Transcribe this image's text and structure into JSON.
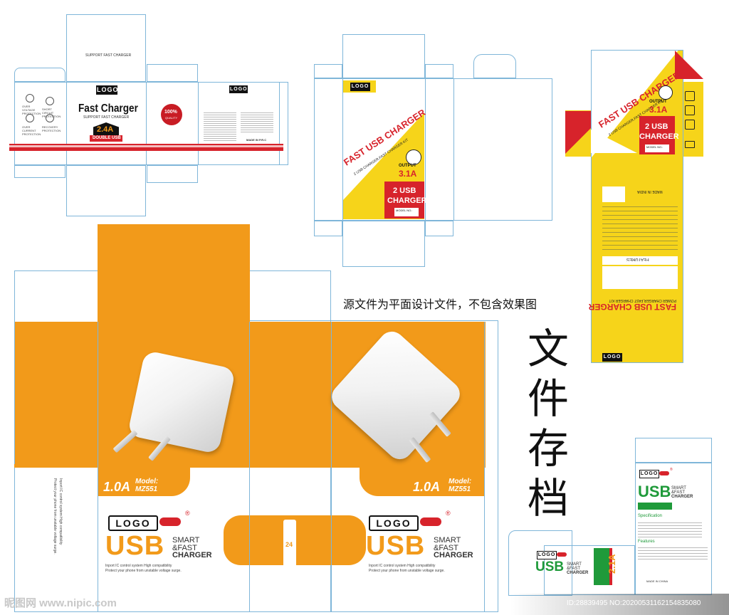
{
  "caption": "源文件为平面设计文件，不包含效果图",
  "vertical_title": "文件存档",
  "watermark": {
    "site": "昵图网 www.nipic.com",
    "id_line": "ID:28839495 NO:20200531162154835080"
  },
  "box1": {
    "support_text": "SUPPORT FAST CHARGER",
    "logo": "LOGO",
    "title": "Fast Charger",
    "subtitle": "SUPPORT FAST CHARGER",
    "amp": "2.4A",
    "ribbon": "DOUBLE USB",
    "badge": "100%",
    "badge_sub": "QUALITY",
    "made_in": "MADE IN P.R.C",
    "features": [
      "OVER VOLTAGE PROTECTION",
      "SHORT CIRCUIT PROTECTION",
      "OVER CURRENT PROTECTION",
      "RECOVERY PROTECTION"
    ]
  },
  "box2": {
    "logo": "LOGO",
    "title": "FAST USB CHARGER",
    "subtitle": "2 USB CHARGER,FAST CHARGER KIT",
    "output_label": "OUTPUT",
    "output_value": "3.1A",
    "usb_line1": "2 USB",
    "usb_line2": "CHARGER",
    "model_label": "MODEL NO.:"
  },
  "box3": {
    "logo": "LOGO",
    "title": "FAST USB CHARGER",
    "subtitle": "2 USB CHARGER,FAST CHARGER KIT",
    "output_label": "OUTPUT",
    "output_value": "3.1A",
    "usb_line1": "2 USB",
    "usb_line2": "CHARGER",
    "model_label": "MODEL NO.:",
    "made_in": "MADE IN INDIA",
    "features_label": "FEATURES",
    "bottom_title": "FAST USB CHARGER",
    "bottom_sub": "POWER CHARGER,FAST CHARGER KIT"
  },
  "box4": {
    "amp": "1.0A",
    "model": "Model:",
    "model_no": "MZ551",
    "logo": "LOGO",
    "reg": "®",
    "usb": "USB",
    "smart": "SMART",
    "fast": "&FAST",
    "charger": "CHARGER",
    "desc1": "Inport IC control system High compatibility",
    "desc2": "Protect your phone from unstable voltage surge.",
    "side_desc1": "Inport IC control system High compatibility",
    "side_desc2": "Protect your phone from unstable voltage surge.",
    "badge": "24"
  },
  "box5": {
    "logo": "LOGO",
    "reg": "®",
    "usb": "USB",
    "smart": "SMART",
    "fast": "&FAST",
    "charger": "CHARGER",
    "specification": "Specification",
    "features": "Features",
    "amp": "2.1A",
    "made_in": "MADE IN CHINA"
  }
}
